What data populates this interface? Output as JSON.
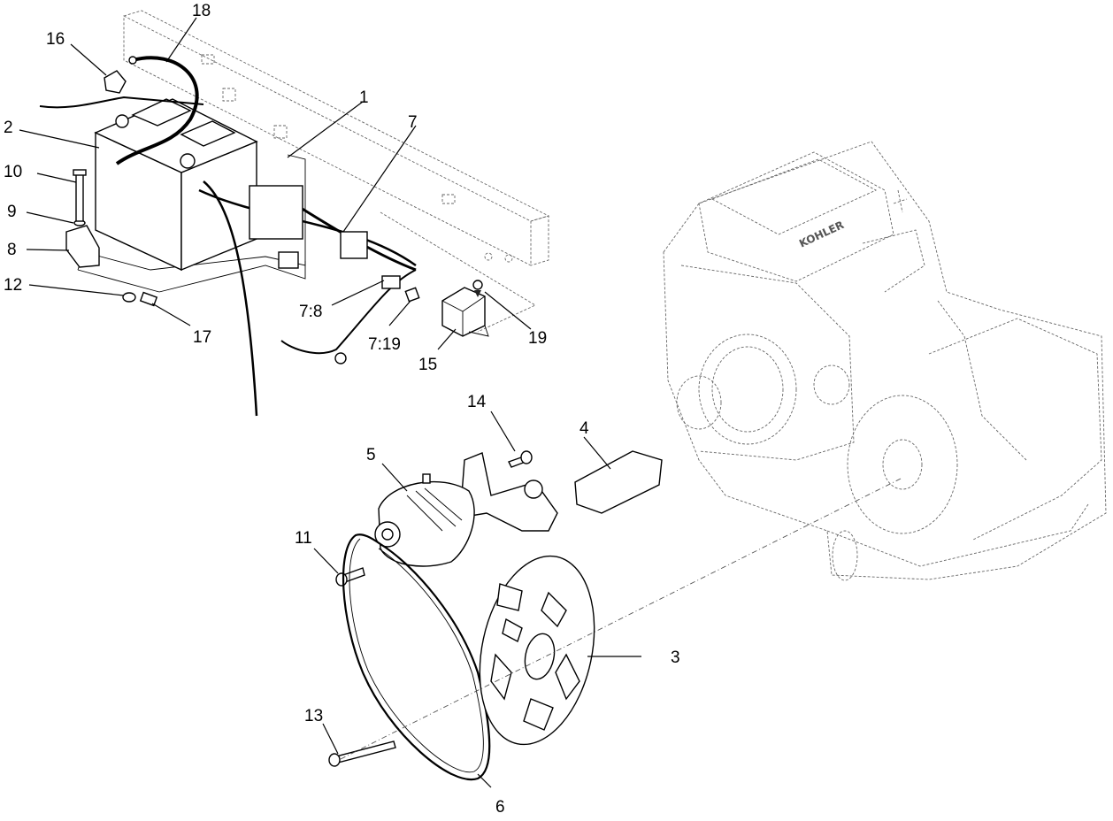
{
  "callouts": {
    "c1": "1",
    "c2": "2",
    "c3": "3",
    "c4": "4",
    "c5": "5",
    "c6": "6",
    "c7": "7",
    "c7_8": "7:8",
    "c7_19": "7:19",
    "c8": "8",
    "c9": "9",
    "c10": "10",
    "c11": "11",
    "c12": "12",
    "c13": "13",
    "c14": "14",
    "c15": "15",
    "c16": "16",
    "c17": "17",
    "c18": "18",
    "c19": "19"
  },
  "engine_brand": "KOHLER"
}
